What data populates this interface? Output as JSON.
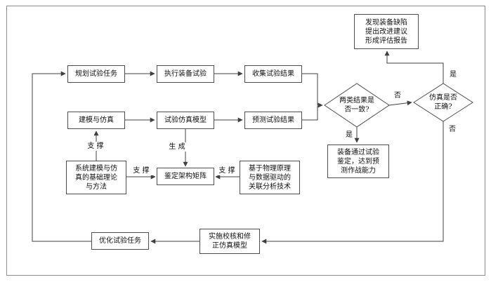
{
  "colors": {
    "background": "#ffffff",
    "box_border": "#4d4d4d",
    "line": "#404040",
    "frame_border": "#8c8c8c"
  },
  "diagram": {
    "nodes": {
      "plan": "规划试验任务",
      "execute": "执行装备试验",
      "collect": "收集试验结果",
      "modeling": "建模与仿真",
      "sim_model": "试验仿真模型",
      "predict": "预测试验结果",
      "report": "发现装备缺陷提出改进建议形成评估报告",
      "pass": "装备通过试验鉴定，达到预测作战能力",
      "theory": "系统建模与仿真的基础理论与方法",
      "matrix": "鉴定架构矩阵",
      "tech": "基于物理原理与数据驱动的关联分析技术",
      "optimize": "优化试验任务",
      "verify": "实施校核和修正仿真模型"
    },
    "decisions": {
      "consistent": "两类结果是否一致?",
      "sim_correct": "仿真是否正确?"
    },
    "edge_labels": {
      "support": "支 撑",
      "generate": "生 成",
      "yes": "是",
      "no": "否"
    }
  }
}
